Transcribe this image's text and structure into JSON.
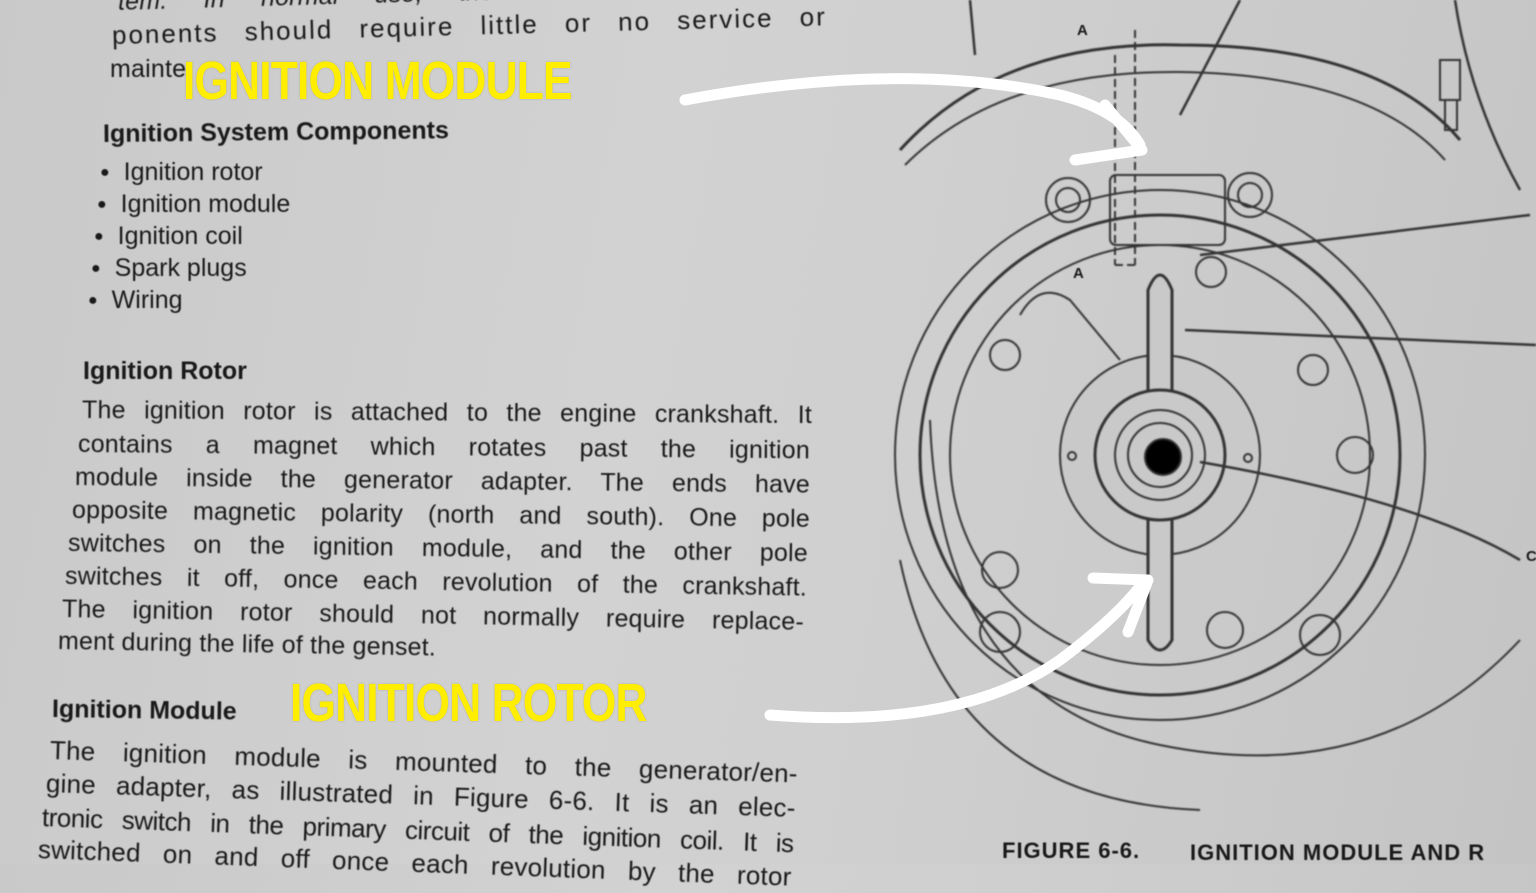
{
  "intro_lines": [
    "tem. In normal use, the electronic ignition sy",
    "ponents should require little or no service or",
    "mainte"
  ],
  "components": {
    "heading": "Ignition System Components",
    "items": [
      "Ignition rotor",
      "Ignition module",
      "Ignition coil",
      "Spark plugs",
      "Wiring"
    ]
  },
  "rotor_section": {
    "heading": "Ignition Rotor",
    "lines": [
      "The ignition rotor is attached to the engine crankshaft. It",
      "contains a magnet which rotates past the ignition",
      "module inside the generator adapter. The ends have",
      "opposite magnetic polarity (north and south). One pole",
      "switches on the ignition module, and the other pole",
      "switches it off, once each revolution of the crankshaft.",
      "The ignition rotor should not normally require replace-",
      "ment during the life of the genset."
    ]
  },
  "module_section": {
    "heading": "Ignition Module",
    "lines": [
      "The ignition module is mounted to the generator/en-",
      "gine adapter, as illustrated in Figure 6-6. It is an elec-",
      "tronic switch in the primary circuit of the ignition coil. It is",
      "switched on and off once each revolution by the rotor"
    ]
  },
  "figure": {
    "caption_number": "FIGURE 6-6.",
    "caption_title": "IGNITION MODULE AND R",
    "section_labels": [
      "A",
      "A",
      "C"
    ]
  },
  "annotations": {
    "module_label": "IGNITION MODULE",
    "rotor_label": "IGNITION ROTOR",
    "label_color": "#ffee00",
    "arrow_color": "#ffffff"
  }
}
